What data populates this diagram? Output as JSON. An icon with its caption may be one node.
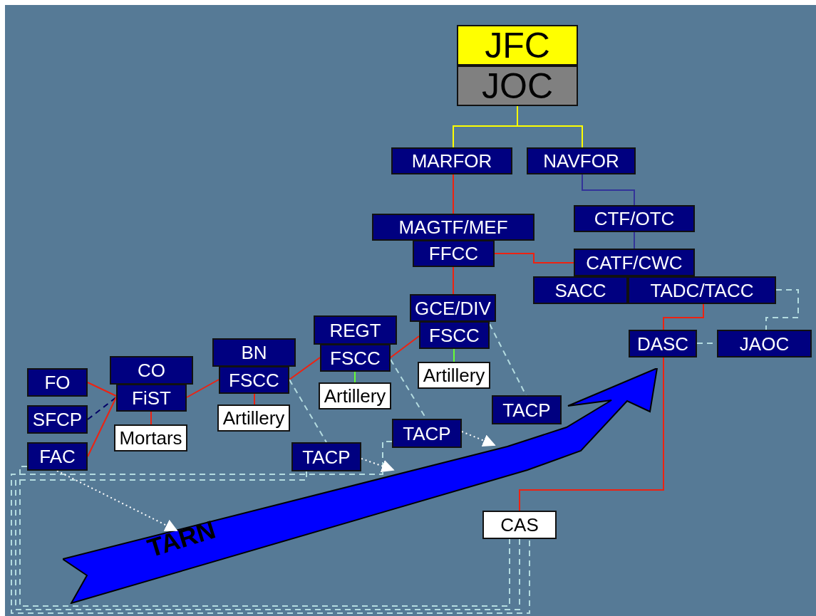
{
  "diagram": {
    "nodes": [
      {
        "text": [
          "JFC"
        ]
      },
      {
        "text": [
          "JOC"
        ]
      },
      {
        "text": [
          "MARFOR"
        ]
      },
      {
        "text": [
          "NAVFOR"
        ]
      },
      {
        "text": [
          "MAGTF/MEF"
        ]
      },
      {
        "text": [
          "CTF/OTC"
        ]
      },
      {
        "text": [
          "FFCC"
        ]
      },
      {
        "text": [
          "CATF/CWC"
        ]
      },
      {
        "text": [
          "SACC"
        ]
      },
      {
        "text": [
          "TADC/TACC"
        ]
      },
      {
        "text": [
          "GCE/DIV"
        ]
      },
      {
        "text": [
          "REGT"
        ]
      },
      {
        "text": [
          "FSCC"
        ]
      },
      {
        "text": [
          "DASC"
        ]
      },
      {
        "text": [
          "JAOC"
        ]
      },
      {
        "text": [
          "BN"
        ]
      },
      {
        "text": [
          "FSCC"
        ]
      },
      {
        "text": [
          "Artillery"
        ]
      },
      {
        "text": [
          "CO"
        ]
      },
      {
        "text": [
          "FO"
        ]
      },
      {
        "text": [
          "FSCC"
        ]
      },
      {
        "text": [
          "Artillery"
        ]
      },
      {
        "text": [
          "FiST"
        ]
      },
      {
        "text": [
          "TACP"
        ]
      },
      {
        "text": [
          "SFCP"
        ]
      },
      {
        "text": [
          "Artillery"
        ]
      },
      {
        "text": [
          "TACP"
        ]
      },
      {
        "text": [
          "Mortars"
        ]
      },
      {
        "text": [
          "FAC"
        ]
      },
      {
        "text": [
          "TACP"
        ]
      },
      {
        "text": [
          "CAS"
        ]
      },
      {
        "text": [
          "TARN"
        ]
      }
    ],
    "edges": [
      {
        "from": 1,
        "to": 2,
        "arrow": "none",
        "color": "#ffff00"
      },
      {
        "from": 1,
        "to": 3,
        "arrow": "none",
        "color": "#ffff00"
      },
      {
        "from": 2,
        "to": 4,
        "arrow": "none"
      },
      {
        "from": 3,
        "to": 5,
        "arrow": "none",
        "color": "#333399"
      },
      {
        "from": 5,
        "to": 7,
        "arrow": "none",
        "color": "#333399"
      },
      {
        "from": 6,
        "to": 7,
        "arrow": "none"
      },
      {
        "from": 6,
        "to": 10,
        "arrow": "none"
      },
      {
        "from": 9,
        "to": 13,
        "arrow": "none"
      },
      {
        "from": 9,
        "to": 14,
        "arrow": "none",
        "style": "dashed",
        "color": "#b4dce0"
      },
      {
        "from": 13,
        "to": 14,
        "arrow": "none",
        "style": "dashed",
        "color": "#b4dce0"
      },
      {
        "from": 12,
        "to": 16,
        "arrow": "none"
      },
      {
        "from": 12,
        "to": 17,
        "arrow": "none",
        "color": "#66ff33"
      },
      {
        "from": 12,
        "to": 23,
        "arrow": "none",
        "style": "dashed",
        "color": "#b4dce0"
      },
      {
        "from": 16,
        "to": 20,
        "arrow": "none"
      },
      {
        "from": 16,
        "to": 21,
        "arrow": "none",
        "color": "#66ff33"
      },
      {
        "from": 16,
        "to": 26,
        "arrow": "none",
        "style": "dashed",
        "color": "#b4dce0"
      },
      {
        "from": 20,
        "to": 22,
        "arrow": "none"
      },
      {
        "from": 20,
        "to": 25,
        "arrow": "none"
      },
      {
        "from": 20,
        "to": 29,
        "arrow": "none",
        "style": "dashed",
        "color": "#b4dce0"
      },
      {
        "from": 19,
        "to": 22,
        "arrow": "none"
      },
      {
        "from": 24,
        "to": 22,
        "arrow": "none",
        "style": "dashed",
        "color": "#000066"
      },
      {
        "from": 28,
        "to": 22,
        "arrow": "none"
      },
      {
        "from": 22,
        "to": 27,
        "arrow": "none"
      },
      {
        "from": 26,
        "to": 30,
        "arrow": "none",
        "style": "dashed",
        "color": "#b4dce0"
      },
      {
        "from": 29,
        "to": 30,
        "arrow": "none",
        "style": "dashed",
        "color": "#b4dce0"
      },
      {
        "from": 28,
        "to": 30,
        "arrow": "none",
        "style": "dashed",
        "color": "#b4dce0"
      },
      {
        "from": 13,
        "to": 30,
        "arrow": "none"
      },
      {
        "from": 28,
        "to": 31,
        "arrow": "to",
        "style": "dashed",
        "color": "#ffffff"
      },
      {
        "from": 29,
        "to": 31,
        "arrow": "to",
        "style": "dashed",
        "color": "#ffffff"
      },
      {
        "from": 26,
        "to": 31,
        "arrow": "to",
        "style": "dashed",
        "color": "#ffffff"
      }
    ]
  }
}
